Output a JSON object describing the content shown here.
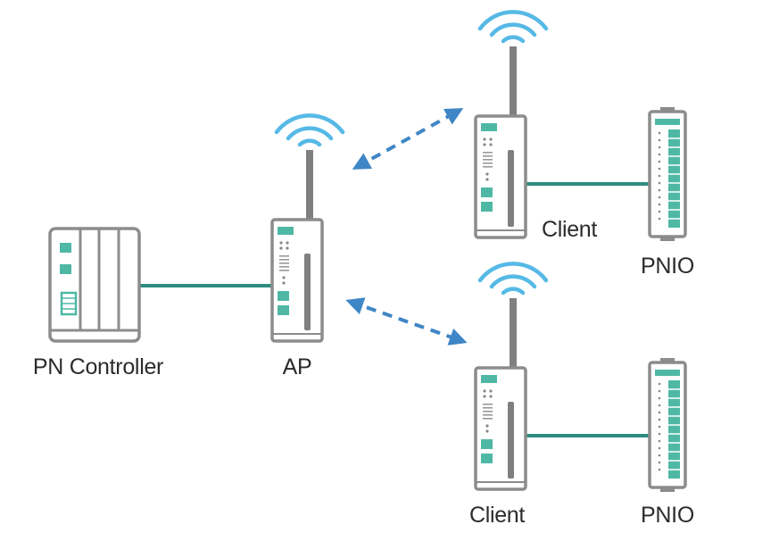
{
  "nodes": {
    "controller": {
      "label": "PN Controller"
    },
    "ap": {
      "label": "AP"
    },
    "client_top": {
      "label": "Client"
    },
    "client_bottom": {
      "label": "Client"
    },
    "pnio_top": {
      "label": "PNIO"
    },
    "pnio_bottom": {
      "label": "PNIO"
    }
  },
  "links": [
    {
      "from": "controller",
      "to": "ap",
      "kind": "wired"
    },
    {
      "from": "ap",
      "to": "client_top",
      "kind": "wireless"
    },
    {
      "from": "ap",
      "to": "client_bottom",
      "kind": "wireless"
    },
    {
      "from": "client_top",
      "to": "pnio_top",
      "kind": "wired"
    },
    {
      "from": "client_bottom",
      "to": "pnio_bottom",
      "kind": "wired"
    }
  ],
  "colors": {
    "device_outline": "#8c8c8c",
    "wired_link": "#2e8b80",
    "port_teal": "#4fb8a5",
    "wifi_arc": "#56b9e6",
    "wireless_arrow": "#3f86c6",
    "label_text": "#2b2b2b"
  },
  "icons": {
    "controller": "plc-rack-icon",
    "ap": "wireless-access-point-icon",
    "client": "wireless-client-icon",
    "pnio": "io-module-icon",
    "wifi": "wifi-signal-icon"
  }
}
